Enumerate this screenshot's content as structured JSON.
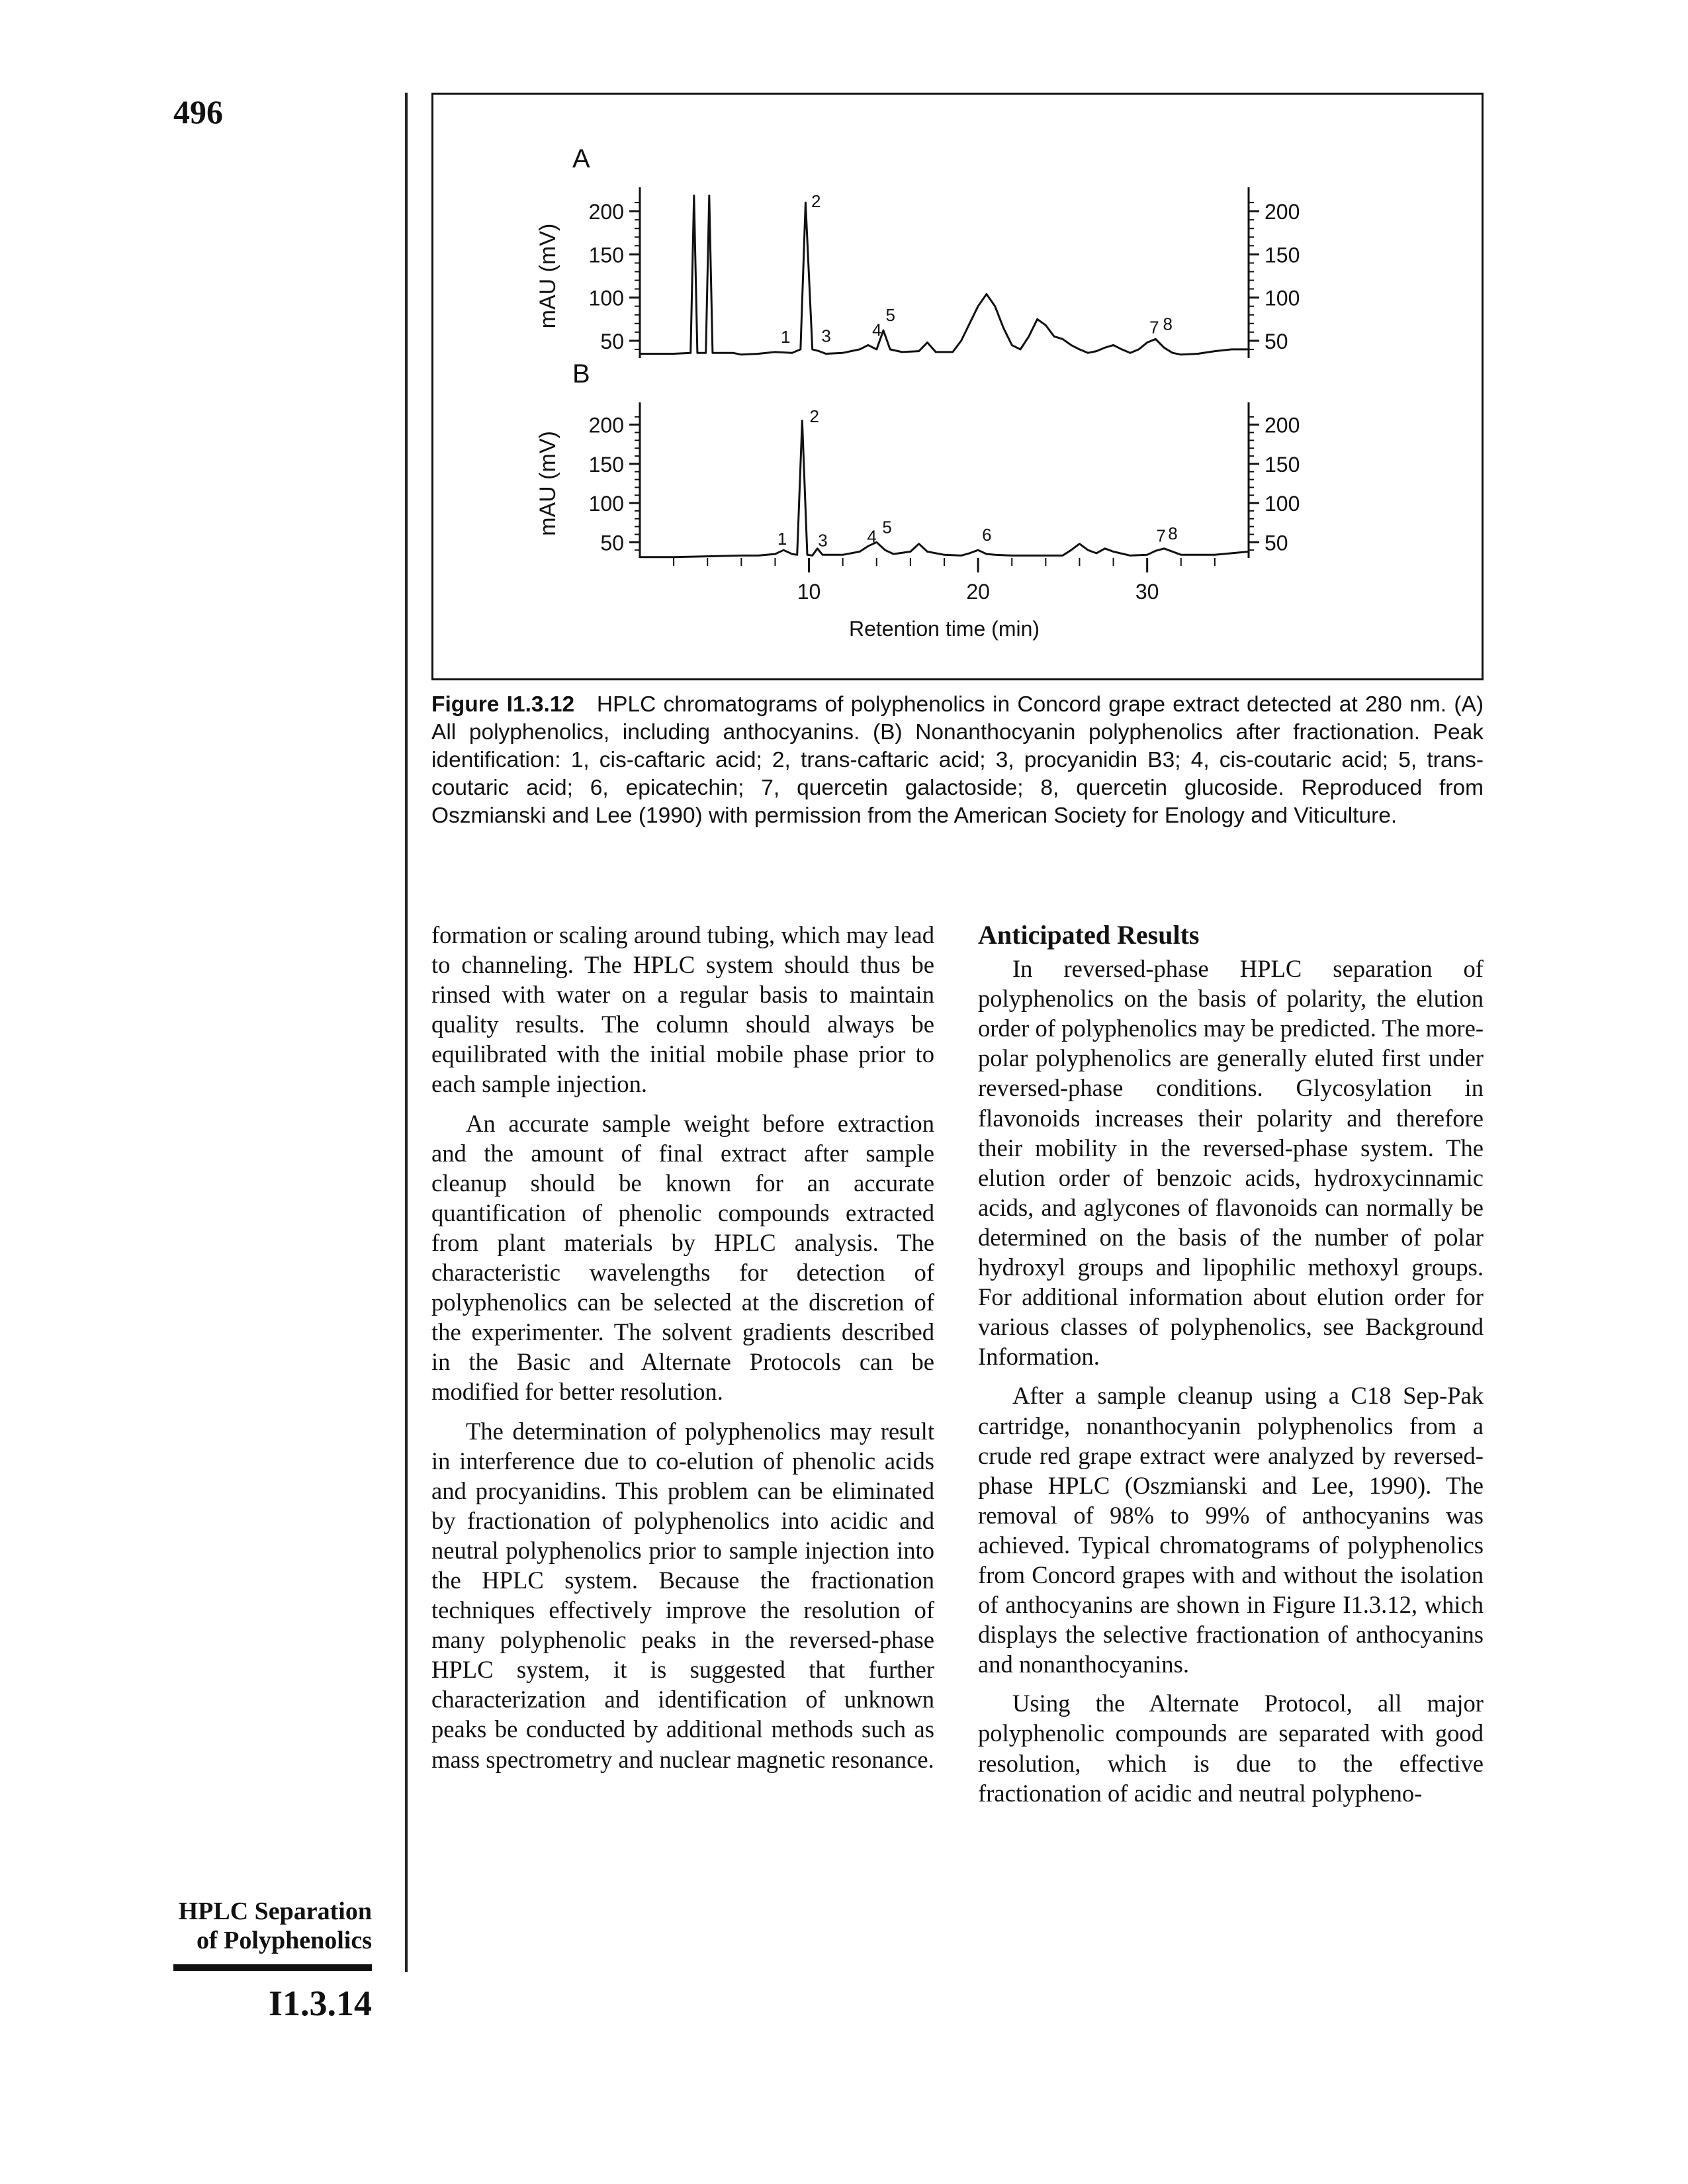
{
  "page": {
    "number": "496",
    "section_title_line1": "HPLC Separation",
    "section_title_line2": "of Polyphenolics",
    "section_number": "I1.3.14"
  },
  "figure": {
    "caption_label": "Figure I1.3.12",
    "caption_text": "HPLC chromatograms of polyphenolics in Concord grape extract detected at 280 nm. (A) All polyphenolics, including anthocyanins. (B) Nonanthocyanin polyphenolics after fractionation. Peak identification: 1, cis-caftaric acid; 2, trans-caftaric acid; 3, procyanidin B3; 4, cis-coutaric acid; 5, trans-coutaric acid; 6, epicatechin; 7, quercetin galactoside; 8, quercetin glucoside. Reproduced from Oszmianski and Lee (1990) with permission from the American Society for Enology and Viticulture."
  },
  "chart_data": {
    "type": "line",
    "xlabel": "Retention time (min)",
    "x_ticks": [
      "10",
      "20",
      "30"
    ],
    "xlim": [
      0,
      36
    ],
    "panels": [
      {
        "label": "A",
        "ylabel": "mAU (mV)",
        "y_ticks": [
          "200",
          "150",
          "100",
          "50"
        ],
        "ylim": [
          30,
          220
        ],
        "peak_labels": [
          {
            "label": "1",
            "x": 8.1
          },
          {
            "label": "2",
            "x": 9.9
          },
          {
            "label": "3",
            "x": 10.5
          },
          {
            "label": "4",
            "x": 13.5
          },
          {
            "label": "5",
            "x": 14.3
          },
          {
            "label": "7",
            "x": 29.9
          },
          {
            "label": "8",
            "x": 30.7
          }
        ],
        "points": [
          [
            0,
            35
          ],
          [
            2,
            35
          ],
          [
            3,
            36
          ],
          [
            3.2,
            218
          ],
          [
            3.4,
            36
          ],
          [
            3.9,
            36
          ],
          [
            4.1,
            218
          ],
          [
            4.3,
            36
          ],
          [
            5.5,
            36
          ],
          [
            6,
            34
          ],
          [
            7,
            35
          ],
          [
            8,
            37
          ],
          [
            9,
            36
          ],
          [
            9.5,
            40
          ],
          [
            9.8,
            210
          ],
          [
            10.2,
            40
          ],
          [
            10.6,
            38
          ],
          [
            11,
            35
          ],
          [
            12,
            36
          ],
          [
            13,
            40
          ],
          [
            13.5,
            45
          ],
          [
            14,
            40
          ],
          [
            14.4,
            62
          ],
          [
            14.8,
            40
          ],
          [
            15.5,
            37
          ],
          [
            16.5,
            38
          ],
          [
            17,
            48
          ],
          [
            17.5,
            37
          ],
          [
            18.5,
            37
          ],
          [
            19,
            50
          ],
          [
            19.5,
            70
          ],
          [
            20,
            90
          ],
          [
            20.5,
            104
          ],
          [
            21,
            90
          ],
          [
            21.5,
            65
          ],
          [
            22,
            45
          ],
          [
            22.5,
            40
          ],
          [
            23,
            55
          ],
          [
            23.5,
            75
          ],
          [
            24,
            68
          ],
          [
            24.5,
            55
          ],
          [
            25,
            52
          ],
          [
            25.5,
            45
          ],
          [
            26,
            40
          ],
          [
            26.5,
            36
          ],
          [
            27,
            38
          ],
          [
            27.5,
            42
          ],
          [
            28,
            45
          ],
          [
            28.5,
            40
          ],
          [
            29,
            36
          ],
          [
            29.5,
            40
          ],
          [
            30,
            48
          ],
          [
            30.5,
            52
          ],
          [
            31,
            42
          ],
          [
            31.5,
            36
          ],
          [
            32,
            34
          ],
          [
            33,
            35
          ],
          [
            34,
            38
          ],
          [
            35,
            40
          ],
          [
            36,
            40
          ]
        ]
      },
      {
        "label": "B",
        "ylabel": "mAU (mV)",
        "y_ticks": [
          "200",
          "150",
          "100",
          "50"
        ],
        "ylim": [
          30,
          220
        ],
        "peak_labels": [
          {
            "label": "1",
            "x": 7.9
          },
          {
            "label": "2",
            "x": 9.8
          },
          {
            "label": "3",
            "x": 10.3
          },
          {
            "label": "4",
            "x": 13.2
          },
          {
            "label": "5",
            "x": 14.1
          },
          {
            "label": "6",
            "x": 20.0
          },
          {
            "label": "7",
            "x": 30.3
          },
          {
            "label": "8",
            "x": 31.0
          }
        ],
        "points": [
          [
            0,
            31
          ],
          [
            2,
            31
          ],
          [
            4,
            32
          ],
          [
            6,
            33
          ],
          [
            7,
            33
          ],
          [
            8,
            35
          ],
          [
            8.5,
            40
          ],
          [
            9,
            35
          ],
          [
            9.3,
            34
          ],
          [
            9.6,
            205
          ],
          [
            9.9,
            34
          ],
          [
            10.2,
            33
          ],
          [
            10.5,
            42
          ],
          [
            10.8,
            34
          ],
          [
            12,
            34
          ],
          [
            13,
            38
          ],
          [
            13.5,
            45
          ],
          [
            14,
            50
          ],
          [
            14.5,
            40
          ],
          [
            15,
            35
          ],
          [
            16,
            38
          ],
          [
            16.5,
            48
          ],
          [
            17,
            38
          ],
          [
            18,
            34
          ],
          [
            19,
            33
          ],
          [
            19.5,
            36
          ],
          [
            20,
            40
          ],
          [
            20.5,
            35
          ],
          [
            21,
            34
          ],
          [
            22,
            33
          ],
          [
            24,
            33
          ],
          [
            25,
            33
          ],
          [
            25.5,
            40
          ],
          [
            26,
            48
          ],
          [
            26.5,
            40
          ],
          [
            27,
            36
          ],
          [
            27.5,
            42
          ],
          [
            28,
            38
          ],
          [
            29,
            33
          ],
          [
            30,
            34
          ],
          [
            30.5,
            39
          ],
          [
            31,
            42
          ],
          [
            31.5,
            38
          ],
          [
            32,
            34
          ],
          [
            34,
            34
          ],
          [
            36,
            38
          ]
        ]
      }
    ]
  },
  "left_column": [
    "formation or scaling around tubing, which may lead to channeling. The HPLC system should thus be rinsed with water on a regular basis to maintain quality results. The column should always be equilibrated with the initial mobile phase prior to each sample injection.",
    "An accurate sample weight before extraction and the amount of final extract after sample cleanup should be known for an accurate quantification of phenolic compounds extracted from plant materials by HPLC analysis. The characteristic wavelengths for detection of polyphenolics can be selected at the discretion of the experimenter. The solvent gradients described in the Basic and Alternate Protocols can be modified for better resolution.",
    "The determination of polyphenolics may result in interference due to co-elution of phenolic acids and procyanidins. This problem can be eliminated by fractionation of polyphenolics into acidic and neutral polyphenolics prior to sample injection into the HPLC system. Because the fractionation techniques effectively improve the resolution of many polyphenolic peaks in the reversed-phase HPLC system, it is suggested that further characterization and identification of unknown peaks be conducted by additional methods such as mass spectrometry and nuclear magnetic resonance."
  ],
  "right_column": {
    "heading": "Anticipated Results",
    "paragraphs": [
      "In reversed-phase HPLC separation of polyphenolics on the basis of polarity, the elution order of polyphenolics may be predicted. The more-polar polyphenolics are generally eluted first under reversed-phase conditions. Glycosylation in flavonoids increases their polarity and therefore their mobility in the reversed-phase system. The elution order of benzoic acids, hydroxycinnamic acids, and aglycones of flavonoids can normally be determined on the basis of the number of polar hydroxyl groups and lipophilic methoxyl groups. For additional information about elution order for various classes of polyphenolics, see Background Information.",
      "After a sample cleanup using a C18 Sep-Pak cartridge, nonanthocyanin polyphenolics from a crude red grape extract were analyzed by reversed-phase HPLC (Oszmianski and Lee, 1990). The removal of 98% to 99% of anthocyanins was achieved. Typical chromatograms of polyphenolics from Concord grapes with and without the isolation of anthocyanins are shown in Figure I1.3.12, which displays the selective fractionation of anthocyanins and nonanthocyanins.",
      "Using the Alternate Protocol, all major polyphenolic compounds are separated with good resolution, which is due to the effective fractionation of acidic and neutral polypheno-"
    ]
  }
}
